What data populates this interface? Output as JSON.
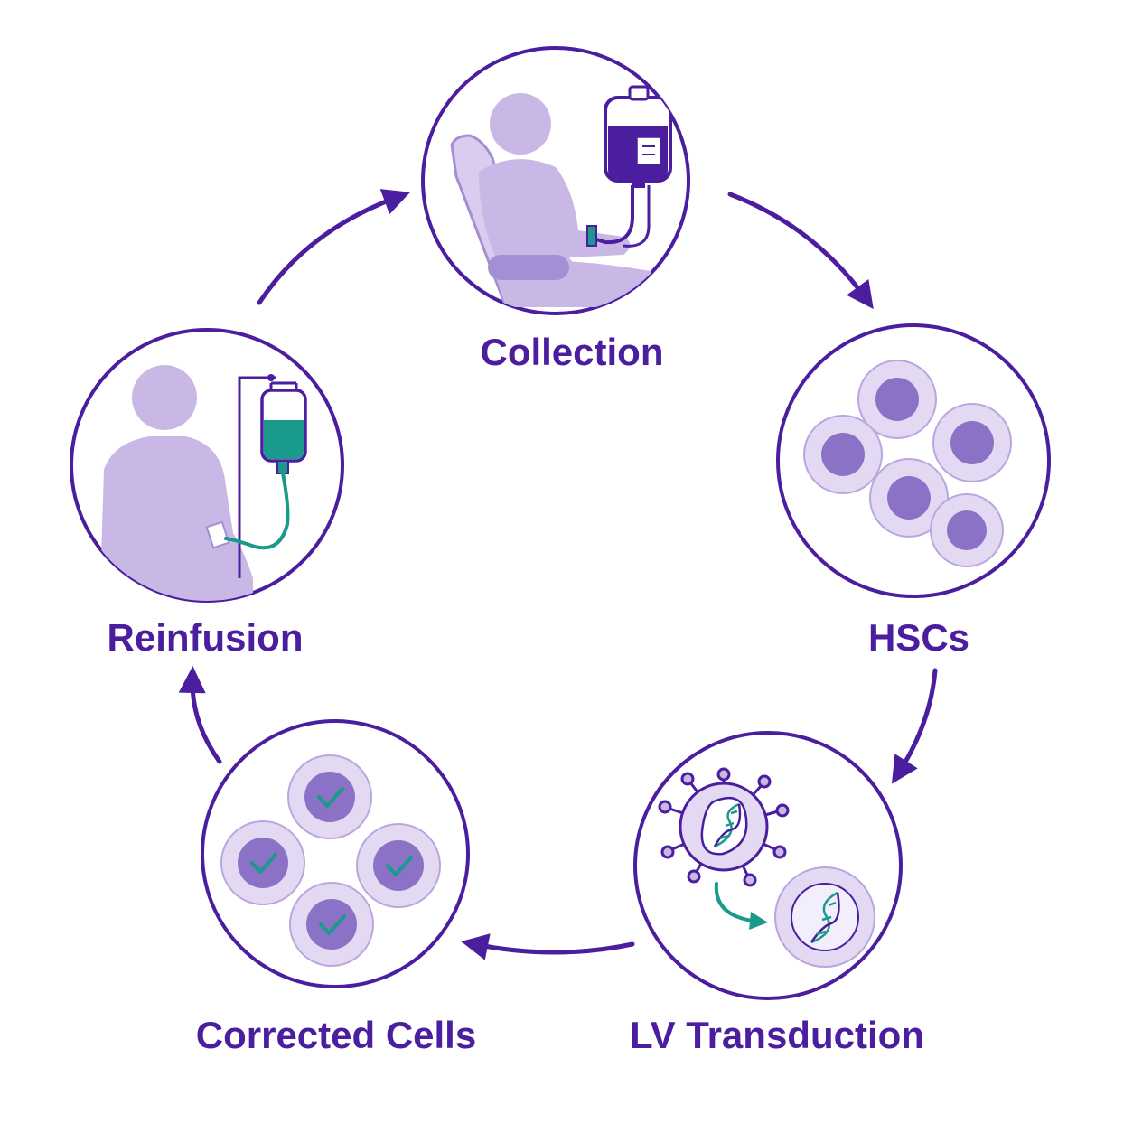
{
  "colors": {
    "primary": "#4a1e9e",
    "light_fill": "#c9b8e6",
    "mid_fill": "#a48fd4",
    "dark_fill": "#8c72c6",
    "accent_teal": "#1a9a8a",
    "background": "#ffffff"
  },
  "stages": {
    "collection": {
      "label": "Collection",
      "icon": "collection-patient-blood-bag-icon"
    },
    "hscs": {
      "label": "HSCs",
      "icon": "stem-cells-icon"
    },
    "lv_transduction": {
      "label": "LV Transduction",
      "icon": "virus-transduction-icon"
    },
    "corrected_cells": {
      "label": "Corrected Cells",
      "icon": "corrected-cells-checkmark-icon"
    },
    "reinfusion": {
      "label": "Reinfusion",
      "icon": "reinfusion-patient-iv-icon"
    }
  },
  "flow_order": [
    "collection",
    "hscs",
    "lv_transduction",
    "corrected_cells",
    "reinfusion"
  ]
}
